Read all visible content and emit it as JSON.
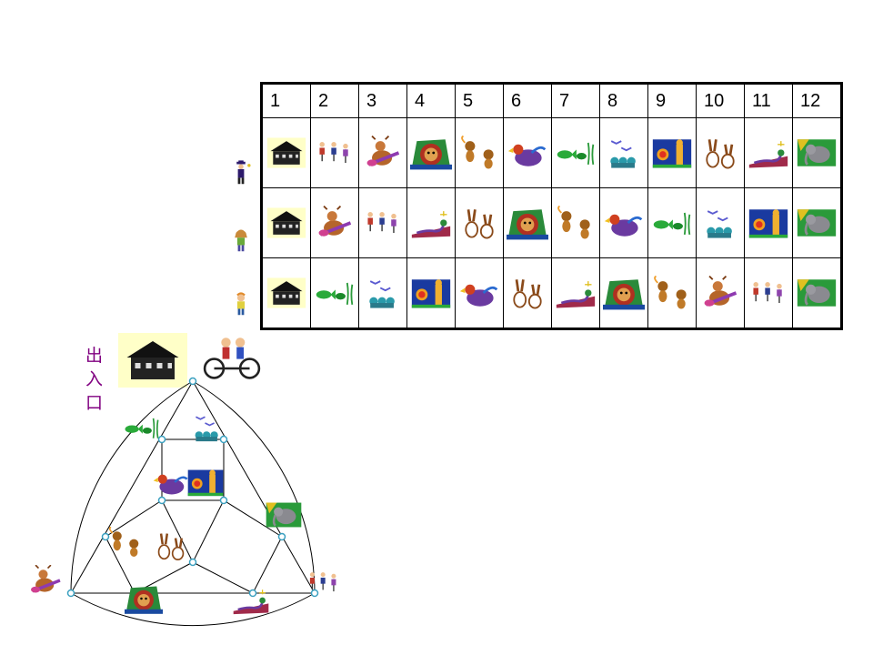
{
  "table": {
    "headers": [
      "1",
      "2",
      "3",
      "4",
      "5",
      "6",
      "7",
      "8",
      "9",
      "10",
      "11",
      "12"
    ],
    "visitors": [
      {
        "icon": "magician-icon",
        "color": "#2d1a6b",
        "route": [
          "house-icon",
          "dancers-icon",
          "guitar-deer-icon",
          "lion-icon",
          "monkeys-icon",
          "parrot-icon",
          "fish-icon",
          "birds-icon",
          "giraffe-icon",
          "rabbits-icon",
          "snake-icon",
          "elephant-icon"
        ]
      },
      {
        "icon": "girl-icon",
        "color": "#c98a3a",
        "route": [
          "house-icon",
          "guitar-deer-icon",
          "dancers-icon",
          "snake-icon",
          "rabbits-icon",
          "lion-icon",
          "monkeys-icon",
          "parrot-icon",
          "fish-icon",
          "birds-icon",
          "giraffe-icon",
          "elephant-icon"
        ]
      },
      {
        "icon": "boy-icon",
        "color": "#e08a2a",
        "route": [
          "house-icon",
          "fish-icon",
          "birds-icon",
          "giraffe-icon",
          "parrot-icon",
          "rabbits-icon",
          "snake-icon",
          "lion-icon",
          "monkeys-icon",
          "guitar-deer-icon",
          "dancers-icon",
          "elephant-icon"
        ]
      }
    ]
  },
  "map": {
    "entrance_label": "出入口",
    "entrance_icon": "house-icon",
    "bike_icon": "tandem-bike-icon",
    "stations": [
      {
        "icon": "fish-icon"
      },
      {
        "icon": "birds-icon"
      },
      {
        "icon": "parrot-icon"
      },
      {
        "icon": "giraffe-icon"
      },
      {
        "icon": "elephant-icon"
      },
      {
        "icon": "monkeys-icon"
      },
      {
        "icon": "rabbits-icon"
      },
      {
        "icon": "guitar-deer-icon"
      },
      {
        "icon": "lion-icon"
      },
      {
        "icon": "snake-icon"
      },
      {
        "icon": "dancers-icon"
      }
    ]
  },
  "colors": {
    "line": "#000000",
    "node": "#3aa0c0",
    "label": "#800080"
  }
}
